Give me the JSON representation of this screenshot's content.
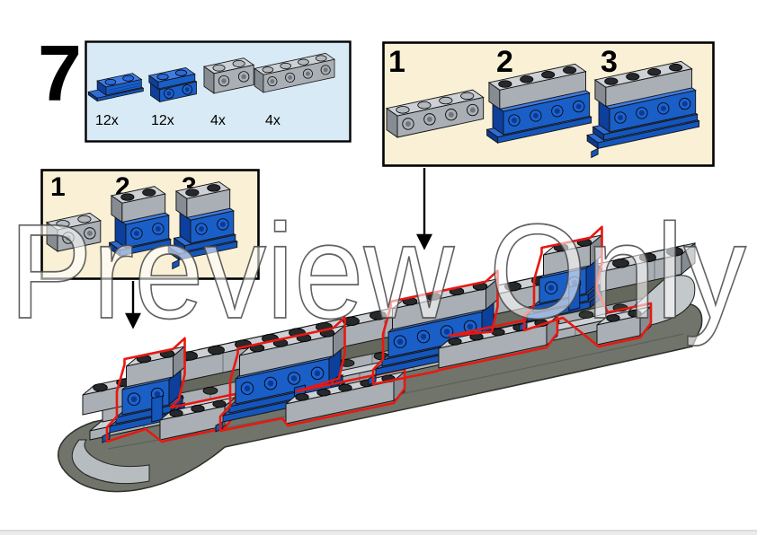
{
  "step": {
    "number": "7"
  },
  "watermark": {
    "text": "Preview Only"
  },
  "parts_box": {
    "parts": [
      {
        "name": "plate-1x2-with-door-rail",
        "color_name": "blue",
        "count": "12x"
      },
      {
        "name": "bracket-1x2-1x2-inverted",
        "color_name": "blue",
        "count": "12x"
      },
      {
        "name": "brick-1x2-with-side-studs",
        "color_name": "light-gray",
        "count": "4x"
      },
      {
        "name": "brick-1x4-with-side-studs",
        "color_name": "light-gray",
        "count": "4x"
      }
    ]
  },
  "substeps_right": {
    "steps": [
      "1",
      "2",
      "3"
    ]
  },
  "substeps_left": {
    "steps": [
      "1",
      "2",
      "3"
    ]
  },
  "colors": {
    "callout_bg": "#d8eaf6",
    "substep_bg": "#faf0d6",
    "lego_blue": "#1a5fc8",
    "lego_gray": "#a9afb4",
    "outline_red": "#e81812",
    "hull_dark": "#70746a",
    "box_border": "#000000"
  }
}
